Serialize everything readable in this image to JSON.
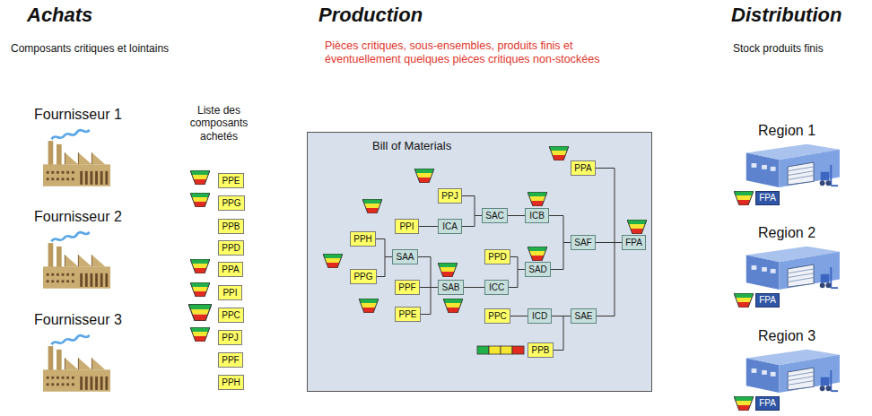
{
  "diagram": {
    "nodes": [
      {
        "text": [
          "PPE"
        ]
      },
      {
        "text": [
          "PPG"
        ]
      },
      {
        "text": [
          "PPB"
        ]
      },
      {
        "text": [
          "PPD"
        ]
      },
      {
        "text": [
          "PPA"
        ]
      },
      {
        "text": [
          "PPI"
        ]
      },
      {
        "text": [
          "PPC"
        ]
      },
      {
        "text": [
          "PPJ"
        ]
      },
      {
        "text": [
          "PPF"
        ]
      },
      {
        "text": [
          "PPH"
        ]
      },
      {
        "text": [
          "Bill of Materials"
        ]
      },
      {
        "text": [
          "PPJ"
        ],
        "in": 10
      },
      {
        "text": [
          "PPI"
        ],
        "in": 10
      },
      {
        "text": [
          "ICA"
        ],
        "in": 10
      },
      {
        "text": [
          "SAC"
        ],
        "in": 10
      },
      {
        "text": [
          "ICB"
        ],
        "in": 10
      },
      {
        "text": [
          "PPA"
        ],
        "in": 10
      },
      {
        "text": [
          "PPH"
        ],
        "in": 10
      },
      {
        "text": [
          "SAA"
        ],
        "in": 10
      },
      {
        "text": [
          "PPG"
        ],
        "in": 10
      },
      {
        "text": [
          "PPF"
        ],
        "in": 10
      },
      {
        "text": [
          "SAB"
        ],
        "in": 10
      },
      {
        "text": [
          "PPE"
        ],
        "in": 10
      },
      {
        "text": [
          "PPD"
        ],
        "in": 10
      },
      {
        "text": [
          "ICC"
        ],
        "in": 10
      },
      {
        "text": [
          "SAD"
        ],
        "in": 10
      },
      {
        "text": [
          "SAF"
        ],
        "in": 10
      },
      {
        "text": [
          "FPA"
        ],
        "in": 10
      },
      {
        "text": [
          "PPC"
        ],
        "in": 10
      },
      {
        "text": [
          "ICD"
        ],
        "in": 10
      },
      {
        "text": [
          "SAE"
        ],
        "in": 10
      },
      {
        "text": [
          "PPB"
        ],
        "in": 10
      },
      {
        "text": [
          "FPA"
        ]
      },
      {
        "text": [
          "FPA"
        ]
      },
      {
        "text": [
          "FPA"
        ]
      }
    ],
    "edges": [
      {
        "from": 11,
        "to": 14,
        "arrow": "none"
      },
      {
        "from": 12,
        "to": 13,
        "arrow": "none"
      },
      {
        "from": 13,
        "to": 14,
        "arrow": "none"
      },
      {
        "from": 14,
        "to": 15,
        "arrow": "none"
      },
      {
        "from": 15,
        "to": 26,
        "arrow": "none"
      },
      {
        "from": 16,
        "to": 27,
        "arrow": "none"
      },
      {
        "from": 17,
        "to": 18,
        "arrow": "none"
      },
      {
        "from": 19,
        "to": 18,
        "arrow": "none"
      },
      {
        "from": 18,
        "to": 21,
        "arrow": "none"
      },
      {
        "from": 20,
        "to": 21,
        "arrow": "none"
      },
      {
        "from": 22,
        "to": 21,
        "arrow": "none"
      },
      {
        "from": 21,
        "to": 24,
        "arrow": "none"
      },
      {
        "from": 23,
        "to": 25,
        "arrow": "none"
      },
      {
        "from": 24,
        "to": 25,
        "arrow": "none"
      },
      {
        "from": 25,
        "to": 26,
        "arrow": "none"
      },
      {
        "from": 26,
        "to": 27,
        "arrow": "none"
      },
      {
        "from": 28,
        "to": 29,
        "arrow": "none"
      },
      {
        "from": 29,
        "to": 30,
        "arrow": "none"
      },
      {
        "from": 31,
        "to": 30,
        "arrow": "none"
      },
      {
        "from": 30,
        "to": 27,
        "arrow": "none"
      }
    ],
    "labels": [
      "Achats",
      "Composants critiques et lointains",
      "Fournisseur 1",
      "Fournisseur 2",
      "Fournisseur 3",
      "Liste des composants achetés",
      "Production",
      "Pièces critiques, sous-ensembles, produits finis et éventuellement quelques pièces critiques non-stockées",
      "Distribution",
      "Stock produits finis",
      "Region 1",
      "Region 2",
      "Region 3"
    ]
  }
}
